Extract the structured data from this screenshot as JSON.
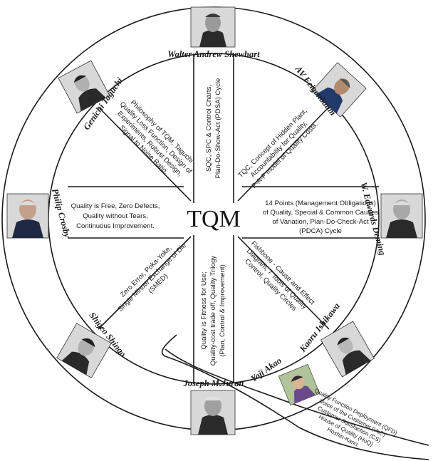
{
  "center_label": "TQM",
  "gurus": [
    {
      "id": "shewhart",
      "name": "Walter Andrew Shewhart",
      "contribution_lines": [
        "SQC, SPC & Control Charts,",
        "Plan-Do-Show-Act (PDSA) Cycle"
      ]
    },
    {
      "id": "feigenbaum",
      "name": "AV Feigenbaum",
      "contribution_lines": [
        "TQC, Concept of Hidden Plant,",
        "Accountability for Quality,",
        "P-A-F model of Quality Costs."
      ]
    },
    {
      "id": "deming",
      "name": "W. Edwards Deming",
      "contribution_lines": [
        "14 Points (Management Obligations)",
        "of Quality, Special & Common Causes",
        "of Variation, Plan-Do-Check-Act",
        "(PDCA) Cycle"
      ]
    },
    {
      "id": "ishikawa",
      "name": "Kaoru Ishikawa",
      "contribution_lines": [
        "Fishbone - Cause  and Effect",
        "Diagram, 7 Tools of Quality",
        "Control, Quality Circles"
      ]
    },
    {
      "id": "juran",
      "name": "Joseph M.Juran",
      "contribution_lines": [
        "Quality is Fitness for Use;",
        "Quality-cost trade off, Quality Trilogy",
        "(Plan, Control & Improvement)"
      ]
    },
    {
      "id": "shingo",
      "name": "Shigeo Shingo",
      "contribution_lines": [
        "Zero Error, Poka-Yoke,",
        "Single Minute Exchange of Die",
        "(SMED)"
      ]
    },
    {
      "id": "crosby",
      "name": "Philip Crosby",
      "contribution_lines": [
        "Quality is Free, Zero Defects,",
        "Quality without Tears,",
        "Continuous Improvement."
      ]
    },
    {
      "id": "taguchi",
      "name": "Genichi Taguchi",
      "contribution_lines": [
        "Philosophy of TQM, Taguchi",
        "Quality Loss Function, Design of",
        "Experiments, Robust Design,",
        "Signal to Noise Ratio."
      ]
    },
    {
      "id": "akao",
      "name": "Yoji Akao",
      "contribution_lines": [
        "Quality Function Deployment (QFD)",
        "Voice of the Customer (VoC)",
        "Customer Satisfaction (CS)",
        "House of Quality (HoQ)",
        "Hoshin-Kanri"
      ]
    }
  ]
}
